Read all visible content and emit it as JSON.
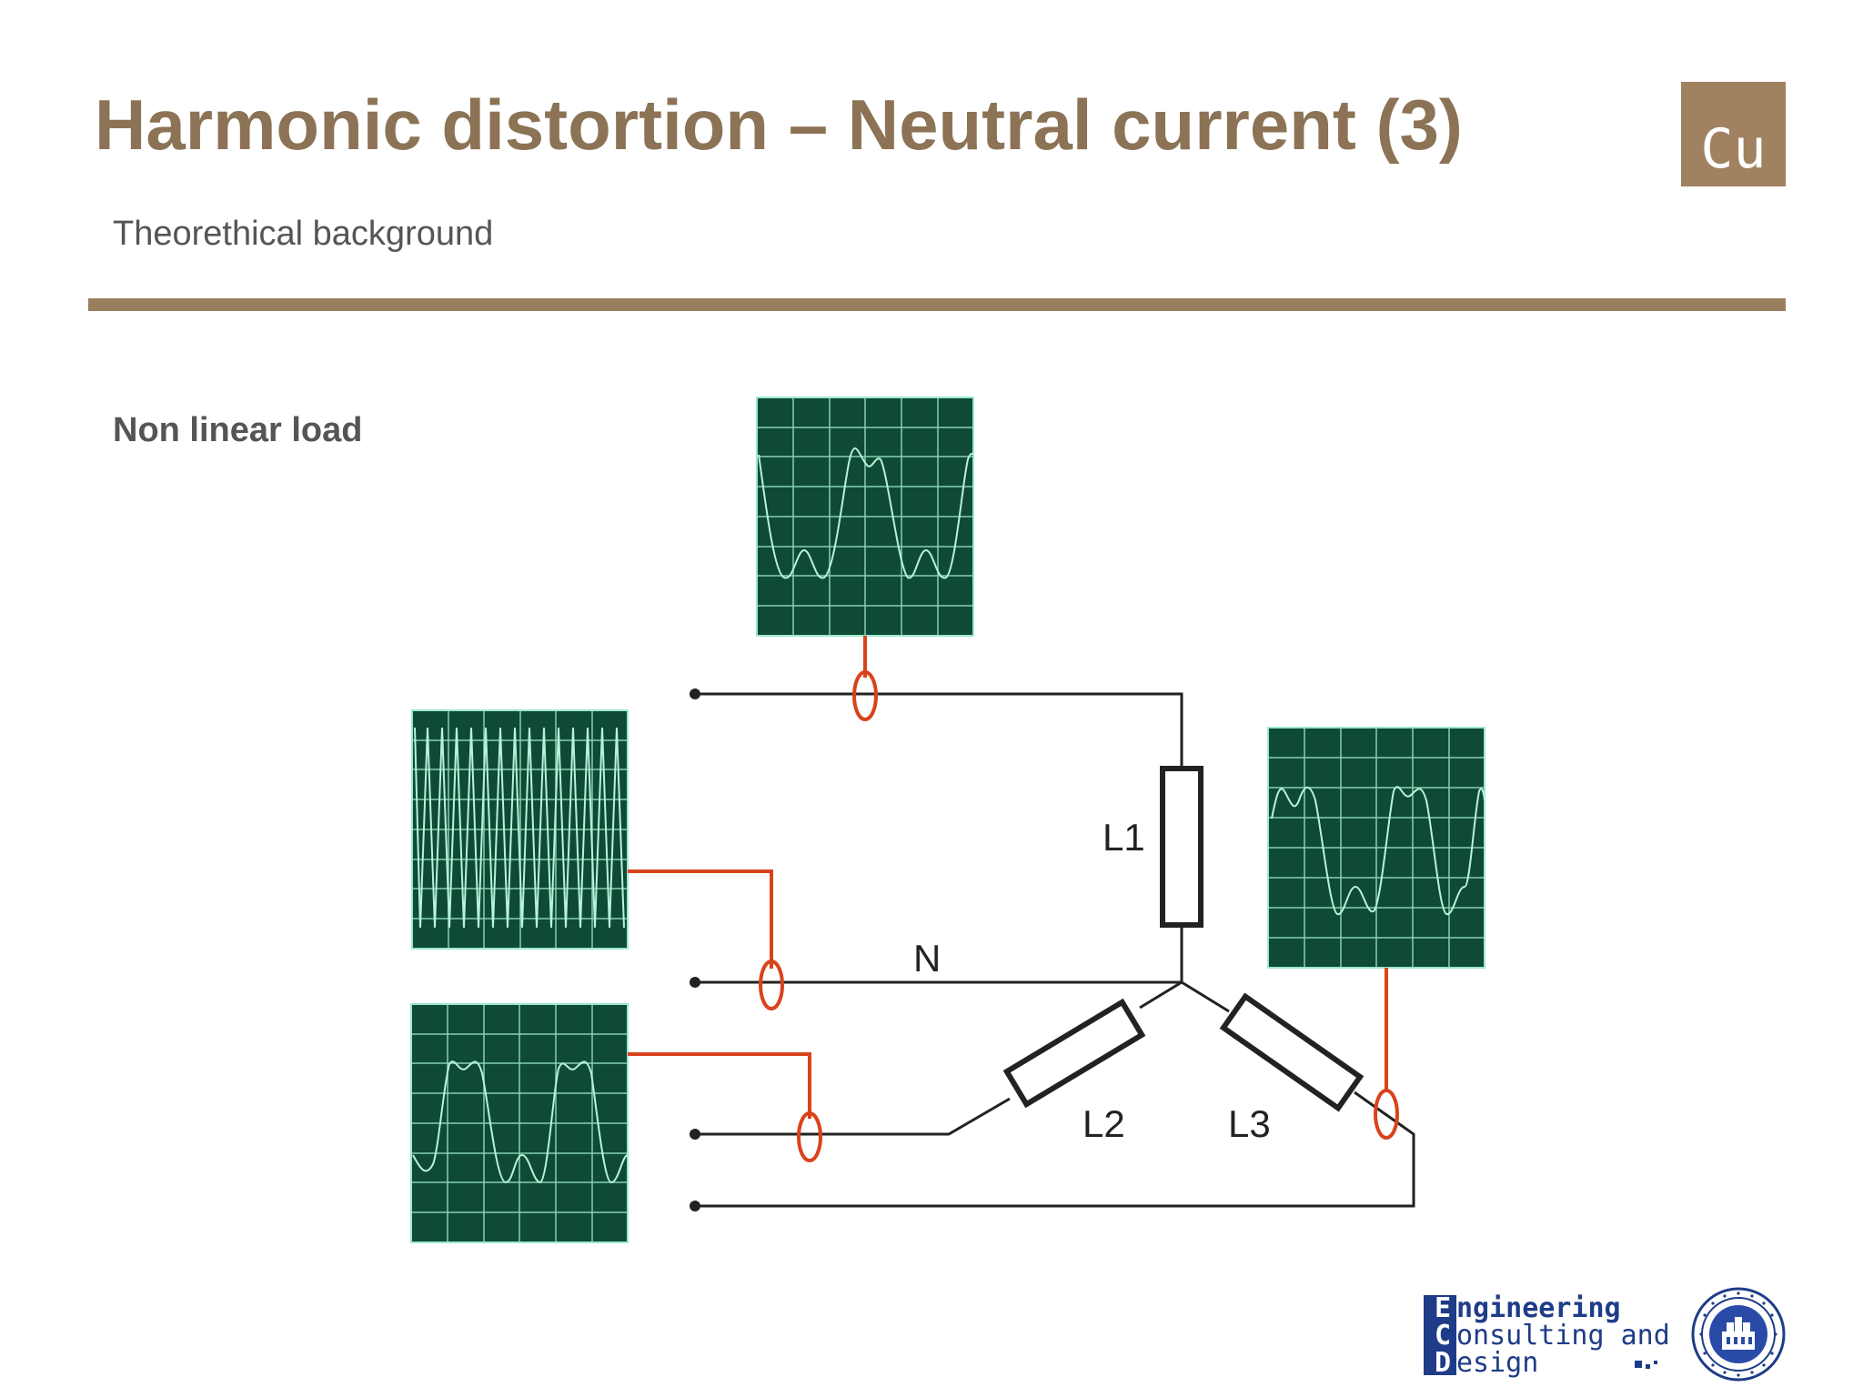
{
  "header": {
    "title": "Harmonic distortion – Neutral current (3)",
    "subtitle": "Theorethical background",
    "logo_text": "Cu"
  },
  "section": {
    "label": "Non linear load"
  },
  "diagram": {
    "labels": {
      "L1": "L1",
      "L2": "L2",
      "L3": "L3",
      "N": "N"
    },
    "colors": {
      "scope_bg": "#0e4a36",
      "scope_grid": "#9be8c8",
      "wire": "#222222",
      "probe": "#d9431c"
    },
    "icons": [
      "current-clamp-icon",
      "oscilloscope-screen",
      "resistor-symbol",
      "terminal-dot"
    ]
  },
  "footer": {
    "ecd": {
      "line1_cap": "E",
      "line1_rest": "ngineering",
      "line2_cap": "C",
      "line2_rest": "onsulting and",
      "line3_cap": "D",
      "line3_rest": "esign"
    },
    "seal_icon": "university-seal-icon"
  },
  "colors": {
    "title": "#8c7355",
    "rule": "#9a7f5f",
    "logo_bg": "#a08260",
    "ecd_blue": "#1f3c88"
  }
}
